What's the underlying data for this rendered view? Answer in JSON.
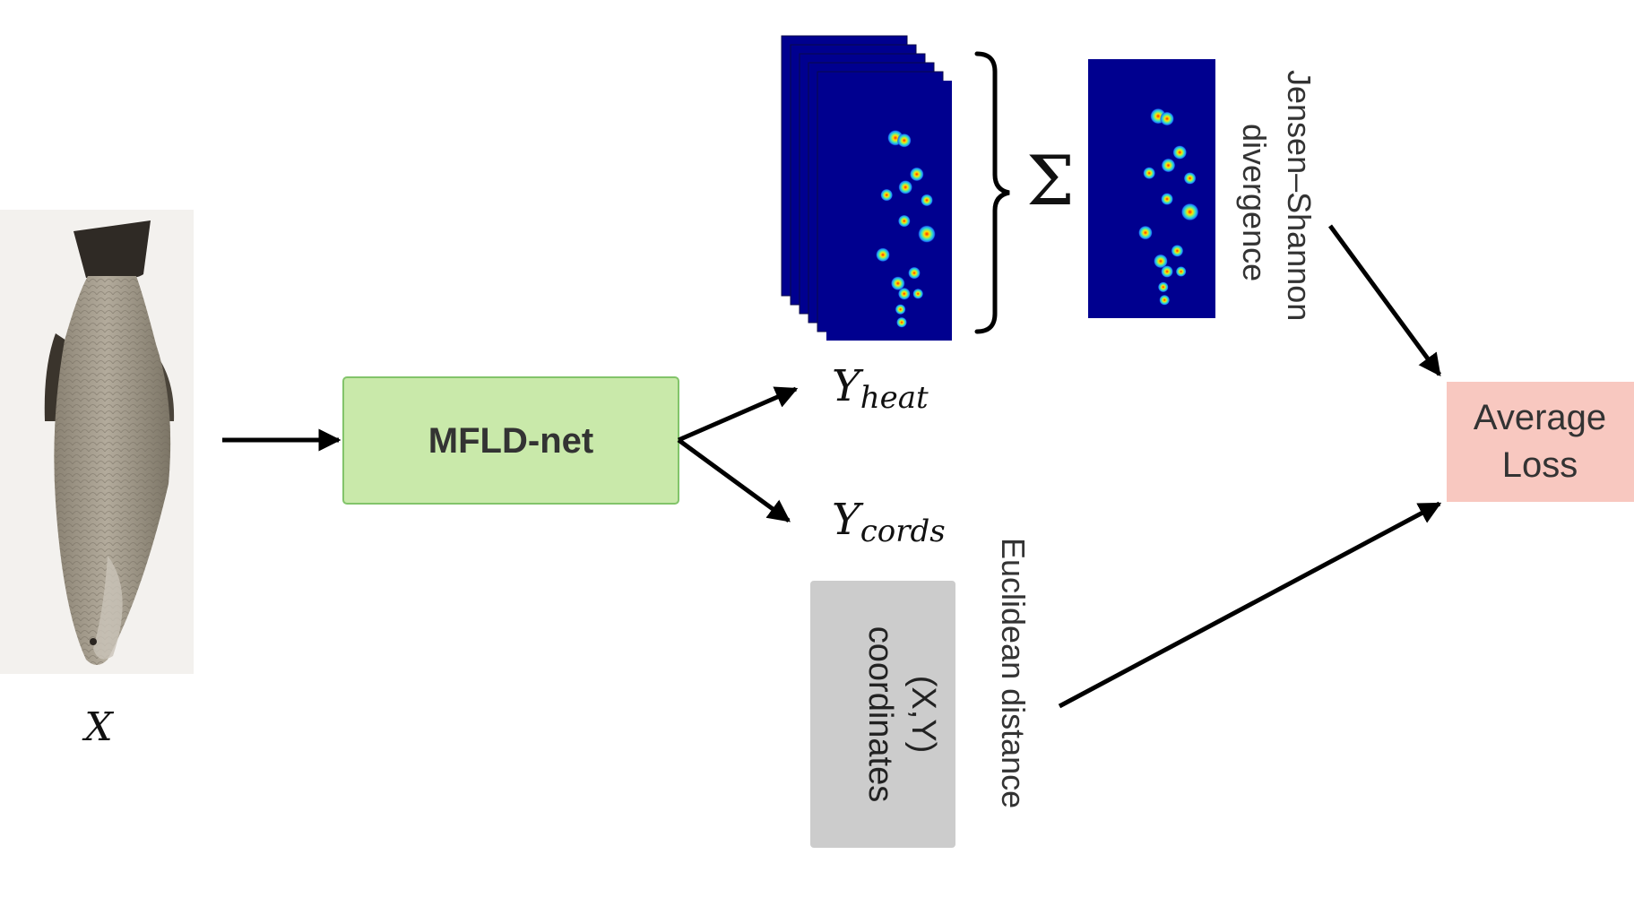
{
  "input": {
    "label": "X"
  },
  "network": {
    "label": "MFLD-net",
    "fill": "#c9e9aa",
    "stroke": "#82c46a"
  },
  "outputs": {
    "heat": {
      "base": "Y",
      "sub": "heat"
    },
    "cords": {
      "base": "Y",
      "sub": "cords"
    }
  },
  "sum_symbol": "Σ",
  "losses": {
    "js": {
      "line1": "Jensen–Shannon",
      "line2": "divergence"
    },
    "euclid": {
      "label": "Euclidean distance"
    }
  },
  "coords_box": {
    "line1": "(X,Y)",
    "line2": "coordinates",
    "fill": "#cccccc"
  },
  "average_loss": {
    "line1": "Average",
    "line2": "Loss",
    "fill": "#f8c8c0"
  },
  "heatmap": {
    "background": "#00008f"
  }
}
